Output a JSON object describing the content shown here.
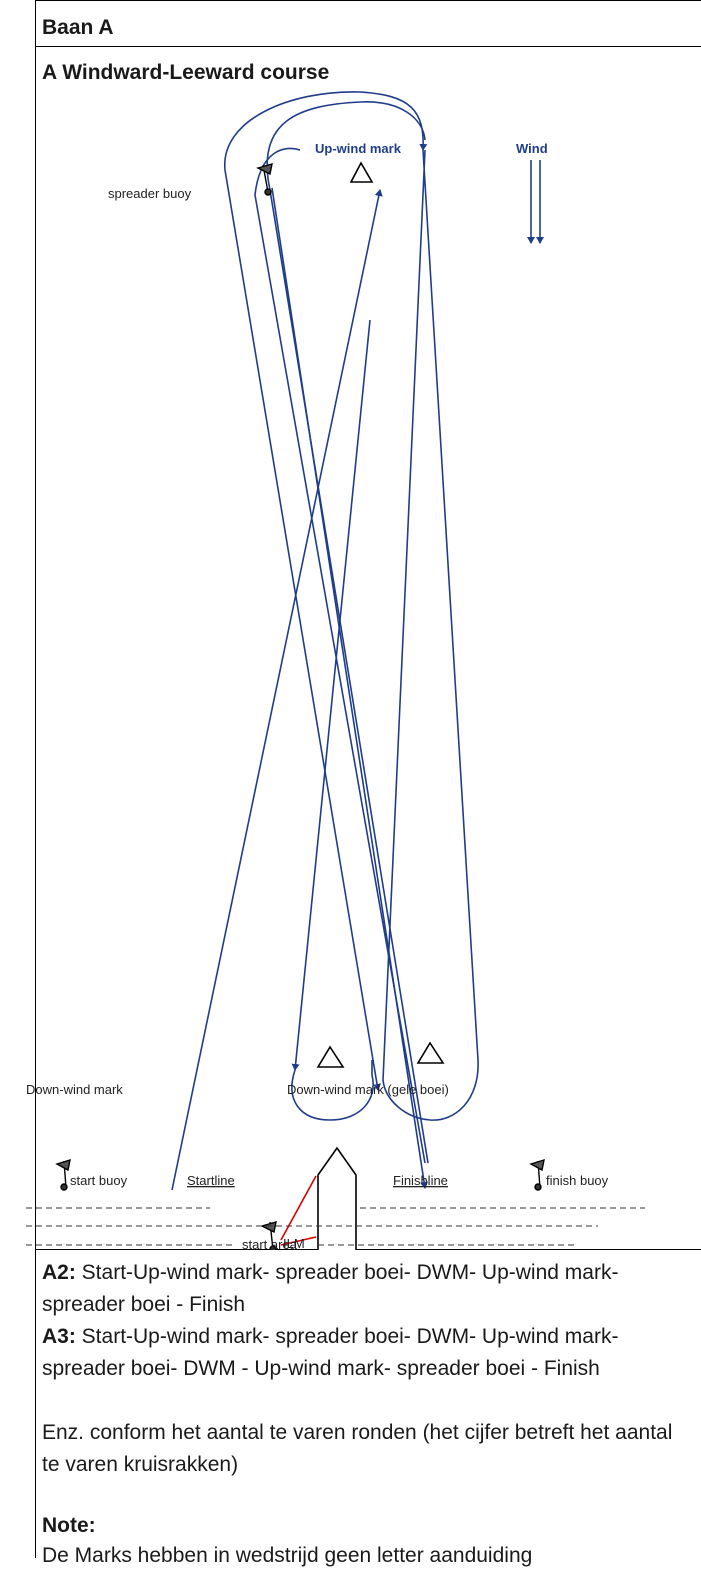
{
  "header": {
    "title": "Baan A",
    "subtitle": "A Windward-Leeward course"
  },
  "diagram": {
    "labels": {
      "upwind_mark": "Up-wind mark",
      "wind": "Wind",
      "spreader_buoy": "spreader buoy",
      "downwind_mark_left": "Down-wind mark",
      "downwind_mark_right": "Down-wind mark (gele boei)",
      "start_buoy": "start buoy",
      "startline": "Startline",
      "finishline": "Finishline",
      "finish_buoy": "finish buoy",
      "ilm": "ILM",
      "start_area": "start area"
    },
    "colors": {
      "course": "#1f3d8a",
      "wind_label": "#1f3d8a",
      "red_line": "#dd0000",
      "text": "#222222"
    }
  },
  "legend": {
    "a2_label": "A2:",
    "a2_text": " Start-Up-wind mark- spreader boei- DWM- Up-wind mark- spreader boei - Finish",
    "a3_label": "A3:",
    "a3_text": " Start-Up-wind mark- spreader boei- DWM- Up-wind mark- spreader boei- DWM - Up-wind mark- spreader boei - Finish",
    "enz": "Enz. conform het aantal te varen ronden (het cijfer betreft het aantal te varen kruisrakken)",
    "note_label": "Note:",
    "note_text": "De Marks hebben in wedstrijd geen letter aanduiding"
  }
}
